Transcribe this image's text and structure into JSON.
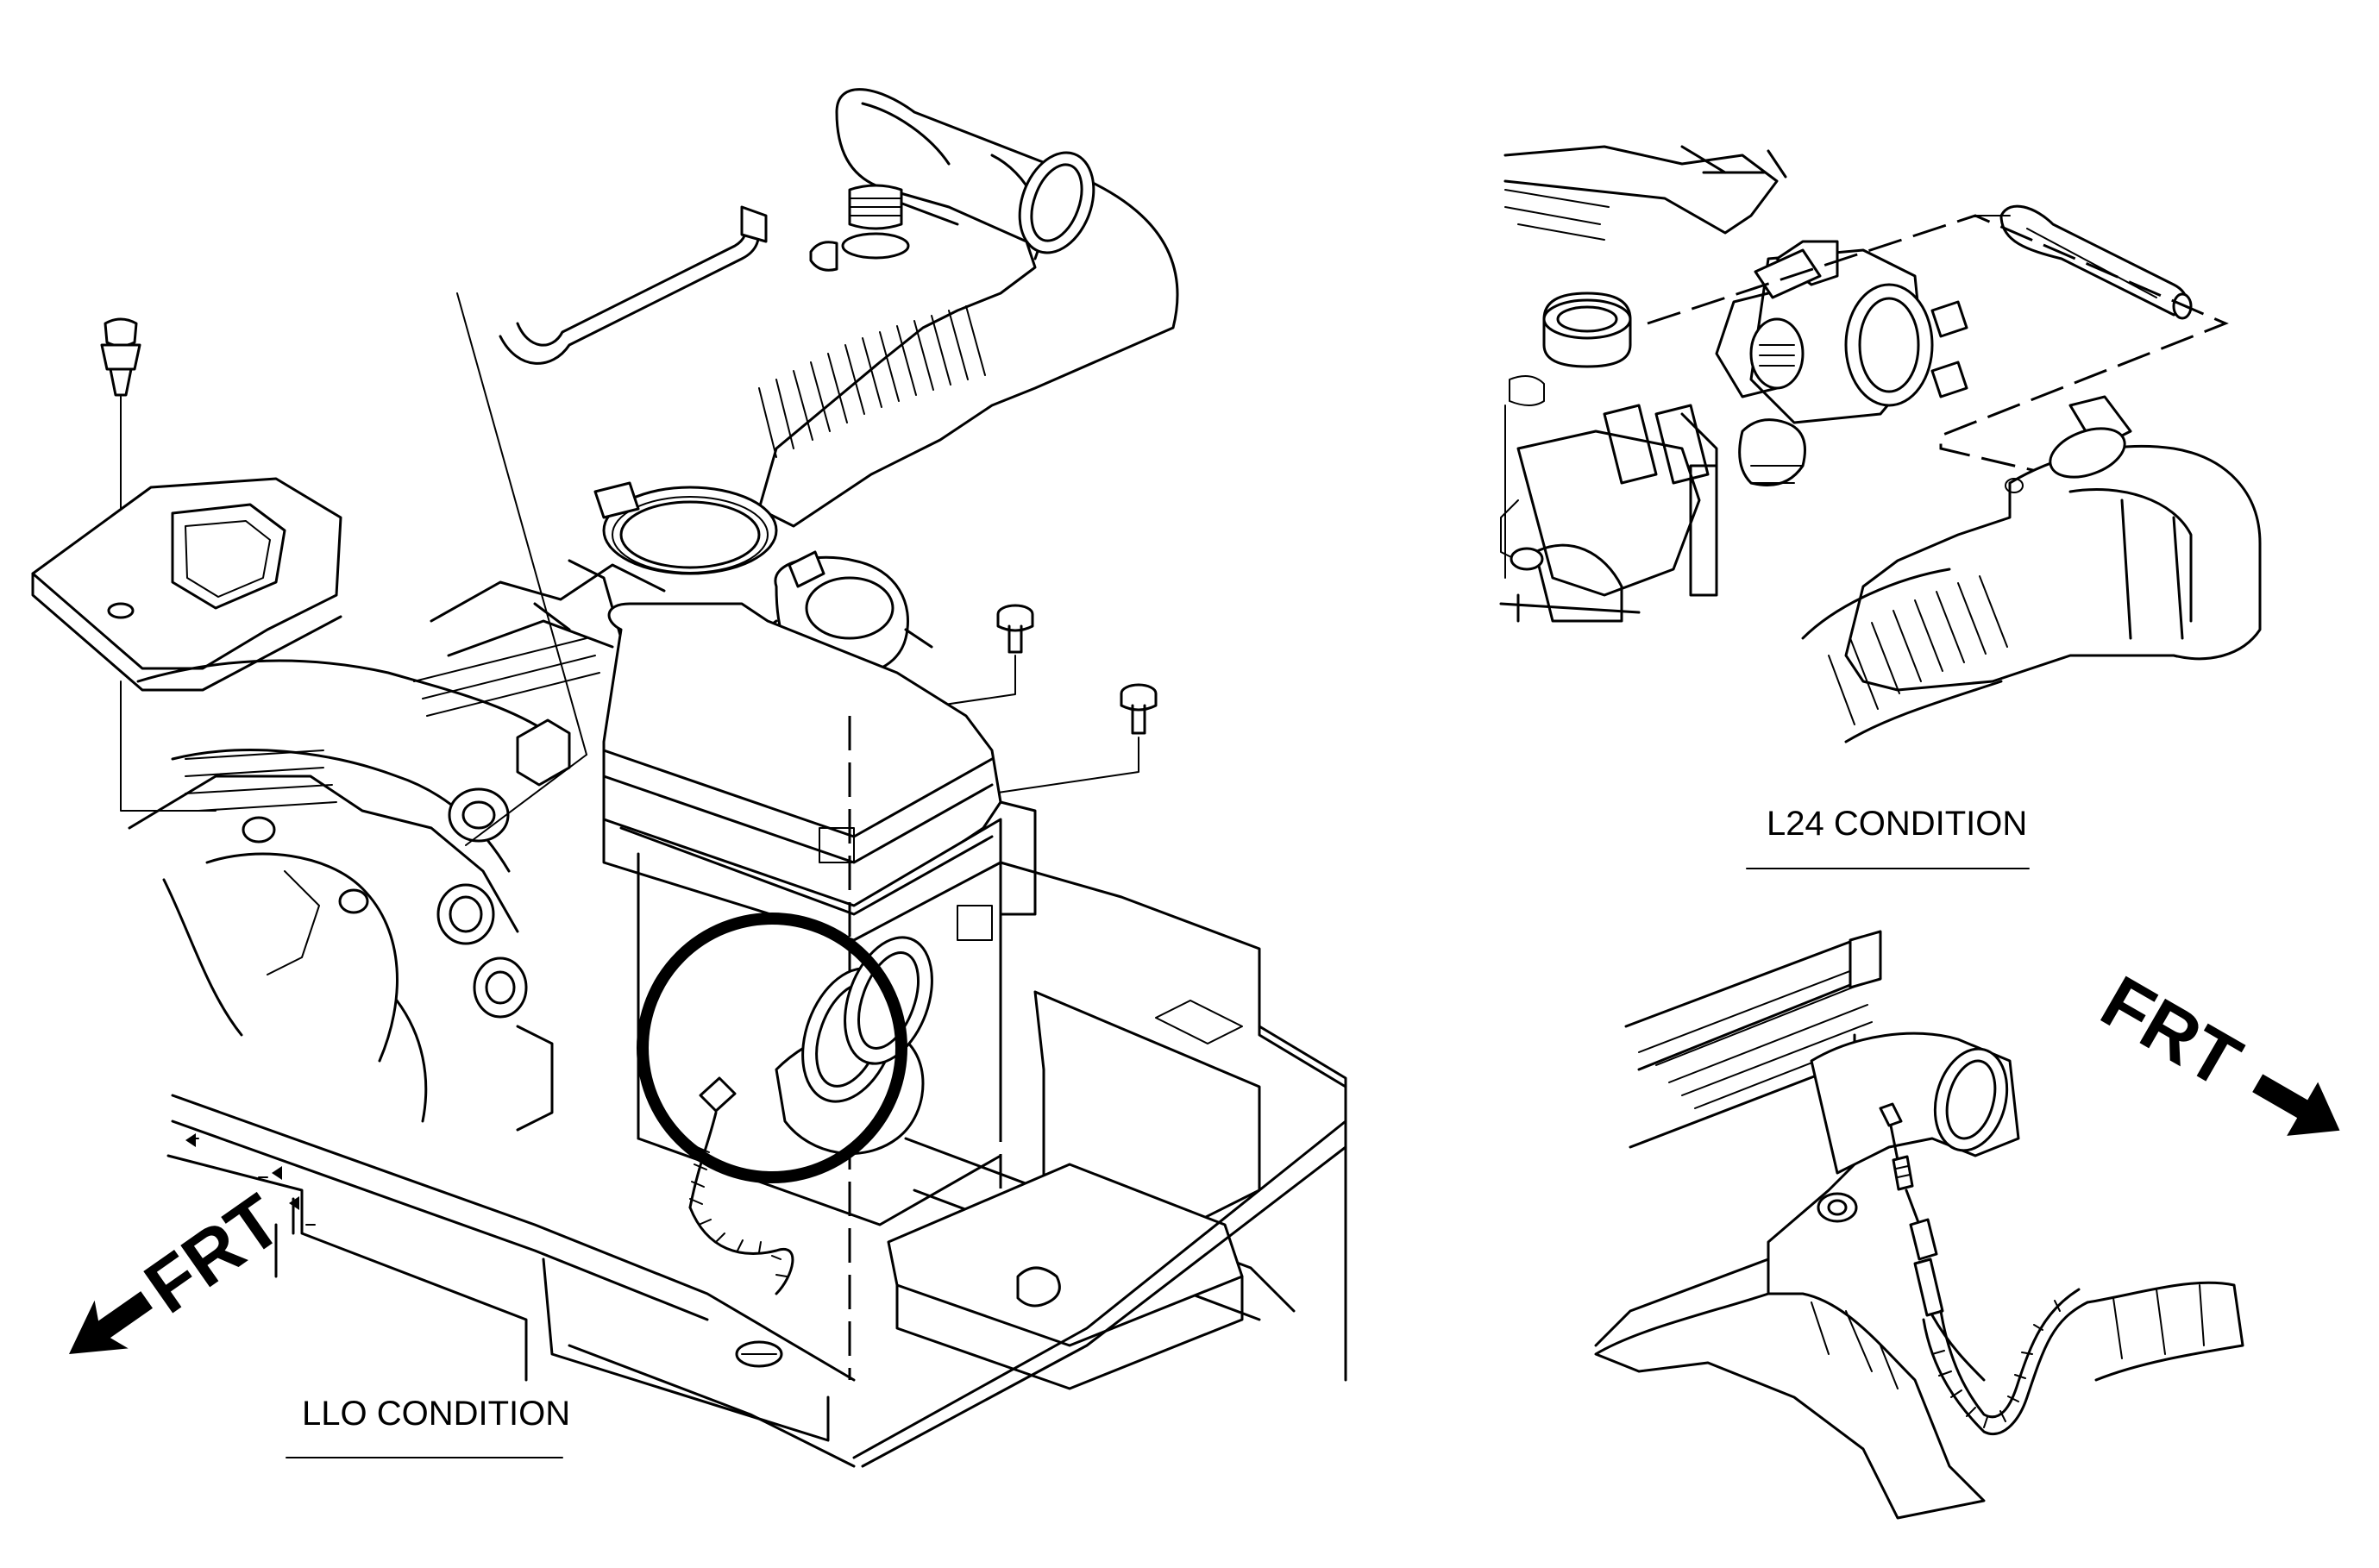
{
  "views": [
    {
      "label": "LLO CONDITION",
      "frt_label": "FRT"
    },
    {
      "label": "L24 CONDITION",
      "frt_label": "FRT"
    }
  ]
}
